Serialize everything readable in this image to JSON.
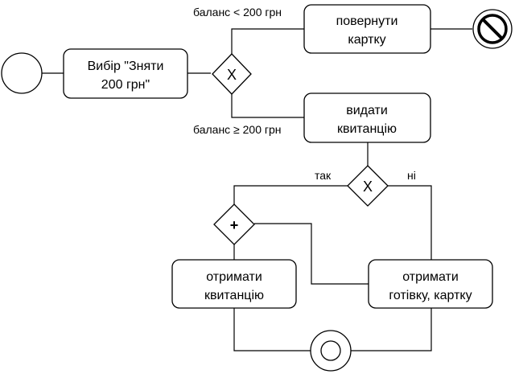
{
  "tasks": {
    "select": [
      "Вибір \"Зняти",
      "200 грн\""
    ],
    "return_card": [
      "повернути",
      "картку"
    ],
    "issue_receipt": [
      "видати",
      "квитанцію"
    ],
    "get_receipt": [
      "отримати",
      "квитанцію"
    ],
    "get_cash": [
      "отримати",
      "готівку, картку"
    ]
  },
  "gateways": {
    "balance_xor": "X",
    "receipt_xor": "X",
    "parallel_join": "+"
  },
  "edges": {
    "balance_low": "баланс < 200 грн",
    "balance_ok": "баланс ≥ 200 грн",
    "yes": "так",
    "no": "ні"
  },
  "icons": {
    "start": "start-event-icon",
    "terminate": "terminate-end-event-icon",
    "end": "end-event-icon"
  }
}
